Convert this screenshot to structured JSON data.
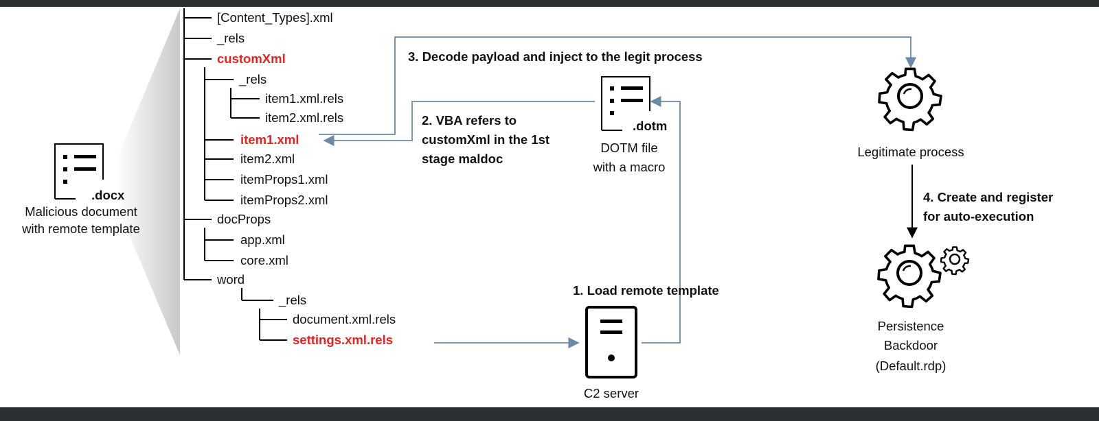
{
  "colors": {
    "frame": "#2b3133",
    "highlight": "#e8231f",
    "arrow": "#6a8aa8",
    "text": "#111111"
  },
  "docx": {
    "badge": ".docx",
    "caption_line1": "Malicious document",
    "caption_line2": "with remote template",
    "icon": "document-icon"
  },
  "tree": {
    "content_types": "[Content_Types].xml",
    "root_rels": "_rels",
    "customxml": "customXml",
    "customxml_rels": "_rels",
    "item1_rels": "item1.xml.rels",
    "item2_rels": "item2.xml.rels",
    "item1": "item1.xml",
    "item2": "item2.xml",
    "itemprops1": "itemProps1.xml",
    "itemprops2": "itemProps2.xml",
    "docprops": "docProps",
    "app": "app.xml",
    "core": "core.xml",
    "word": "word",
    "word_rels": "_rels",
    "document_rels": "document.xml.rels",
    "settings_rels": "settings.xml.rels"
  },
  "steps": {
    "step1": "1. Load remote template",
    "step2_line1": "2. VBA refers to",
    "step2_line2": "customXml in the 1st",
    "step2_line3": "stage maldoc",
    "step3": "3. Decode payload and inject to the legit process",
    "step4_line1": "4. Create and register",
    "step4_line2": "for auto-execution"
  },
  "dotm": {
    "badge": ".dotm",
    "caption_line1": "DOTM file",
    "caption_line2": "with a macro",
    "icon": "document-icon"
  },
  "server": {
    "caption": "C2 server",
    "icon": "server-icon"
  },
  "legit": {
    "caption": "Legitimate process",
    "icon": "gear-icon"
  },
  "backdoor": {
    "caption_line1": "Persistence",
    "caption_line2": "Backdoor",
    "caption_line3": "(Default.rdp)",
    "icon": "gears-icon"
  }
}
